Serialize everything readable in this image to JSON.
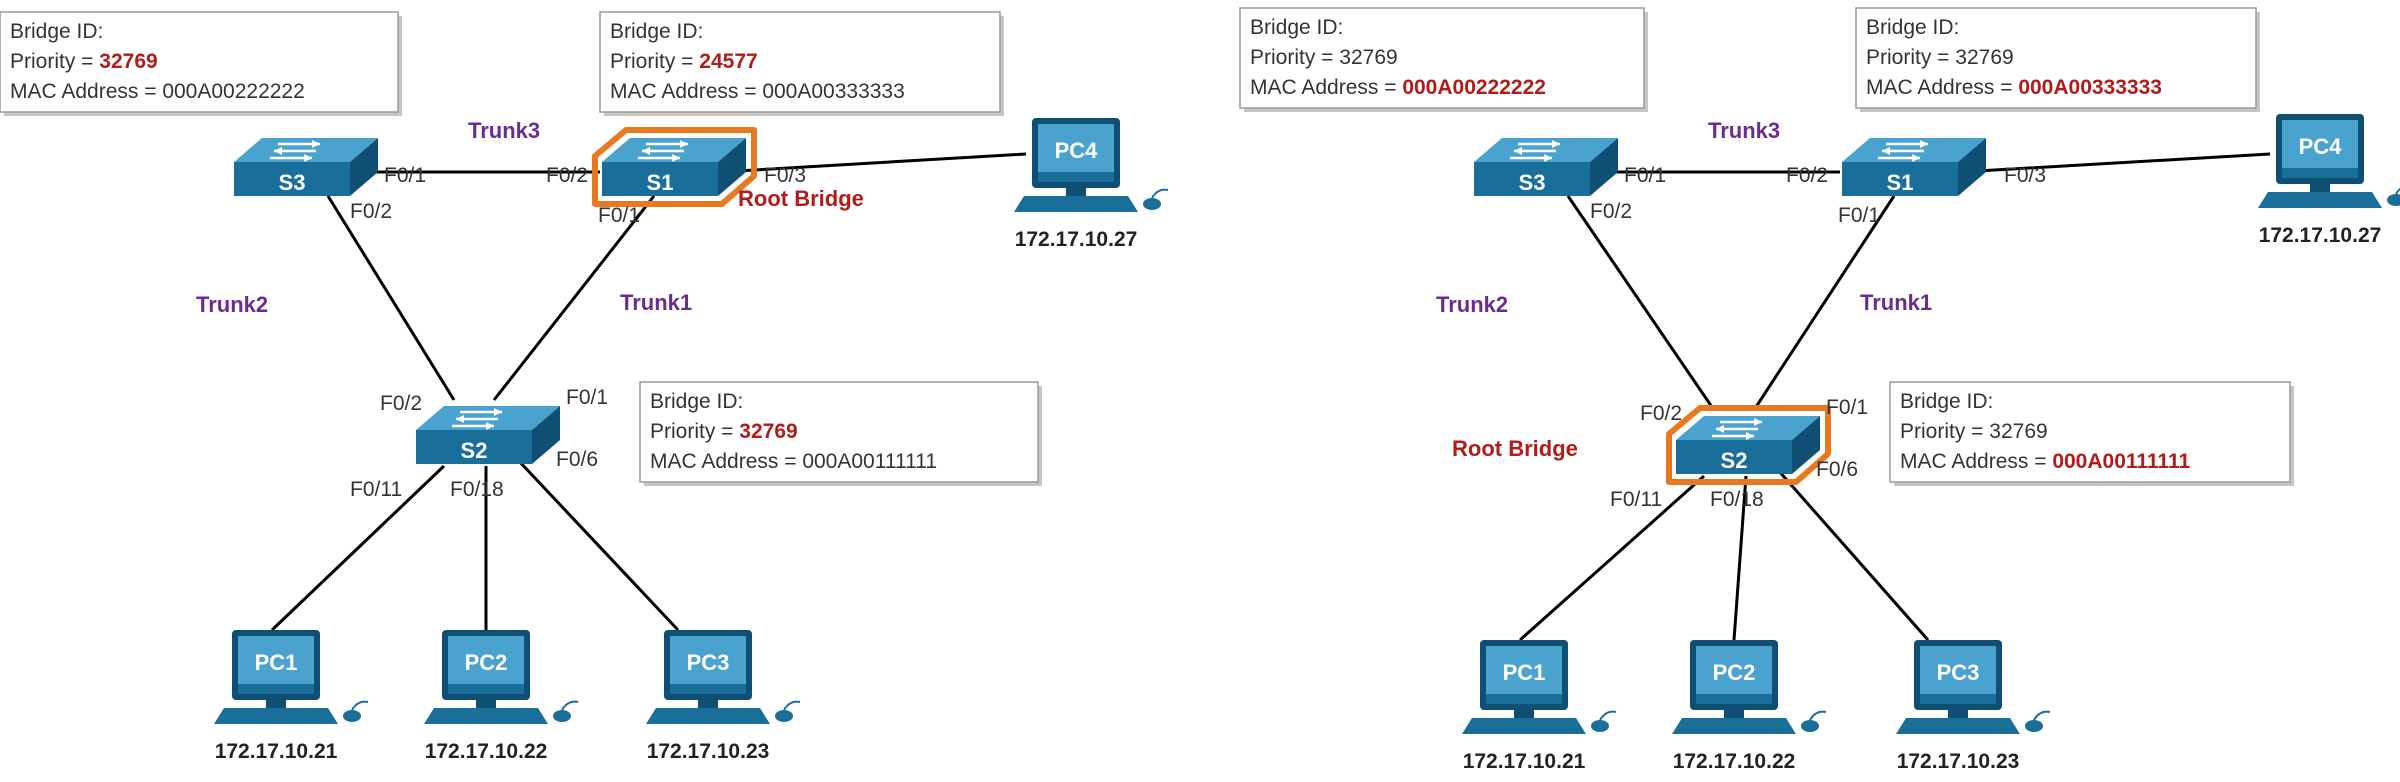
{
  "colors": {
    "link": "#000000",
    "trunk_label": "#6a2c91",
    "root_label": "#b31b1b",
    "highlight_value": "#b31b1b",
    "root_outline": "#e8791e",
    "switch_front": "#1a6e9a",
    "switch_top": "#4aa3cf",
    "pc_body": "#1a6e9a",
    "box_border": "#9a9a9a",
    "box_shadow": "#c6c6c6",
    "port_text": "#333333",
    "ip_text": "#222222"
  },
  "icon_names": {
    "switch": "switch-icon",
    "pc": "pc-icon"
  },
  "diagrams": [
    {
      "devices": {
        "s1": {
          "label": "S1",
          "root": true
        },
        "s2": {
          "label": "S2",
          "root": false
        },
        "s3": {
          "label": "S3",
          "root": false
        },
        "pc1": {
          "label": "PC1",
          "ip": "172.17.10.21"
        },
        "pc2": {
          "label": "PC2",
          "ip": "172.17.10.22"
        },
        "pc3": {
          "label": "PC3",
          "ip": "172.17.10.23"
        },
        "pc4": {
          "label": "PC4",
          "ip": "172.17.10.27"
        }
      },
      "root_label": "Root Bridge",
      "trunks": {
        "trunk1": "Trunk1",
        "trunk2": "Trunk2",
        "trunk3": "Trunk3"
      },
      "ports": {
        "s3_f01": "F0/1",
        "s3_f02": "F0/2",
        "s1_f02": "F0/2",
        "s1_f03": "F0/3",
        "s1_f01": "F0/1",
        "s2_f02": "F0/2",
        "s2_f01": "F0/1",
        "s2_f011": "F0/11",
        "s2_f018": "F0/18",
        "s2_f06": "F0/6"
      },
      "boxes": {
        "s3": {
          "title": "Bridge ID:",
          "priority_label": "Priority = ",
          "priority": "32769",
          "mac_label": "MAC Address = ",
          "mac": "000A00222222",
          "priority_highlight": true,
          "mac_highlight": false
        },
        "s1": {
          "title": "Bridge ID:",
          "priority_label": "Priority = ",
          "priority": "24577",
          "mac_label": "MAC Address = ",
          "mac": "000A00333333",
          "priority_highlight": true,
          "mac_highlight": false
        },
        "s2": {
          "title": "Bridge ID:",
          "priority_label": "Priority = ",
          "priority": "32769",
          "mac_label": "MAC Address = ",
          "mac": "000A00111111",
          "priority_highlight": true,
          "mac_highlight": false
        }
      }
    },
    {
      "devices": {
        "s1": {
          "label": "S1",
          "root": false
        },
        "s2": {
          "label": "S2",
          "root": true
        },
        "s3": {
          "label": "S3",
          "root": false
        },
        "pc1": {
          "label": "PC1",
          "ip": "172.17.10.21"
        },
        "pc2": {
          "label": "PC2",
          "ip": "172.17.10.22"
        },
        "pc3": {
          "label": "PC3",
          "ip": "172.17.10.23"
        },
        "pc4": {
          "label": "PC4",
          "ip": "172.17.10.27"
        }
      },
      "root_label": "Root Bridge",
      "trunks": {
        "trunk1": "Trunk1",
        "trunk2": "Trunk2",
        "trunk3": "Trunk3"
      },
      "ports": {
        "s3_f01": "F0/1",
        "s3_f02": "F0/2",
        "s1_f02": "F0/2",
        "s1_f03": "F0/3",
        "s1_f01": "F0/1",
        "s2_f02": "F0/2",
        "s2_f01": "F0/1",
        "s2_f011": "F0/11",
        "s2_f018": "F0/18",
        "s2_f06": "F0/6"
      },
      "boxes": {
        "s3": {
          "title": "Bridge ID:",
          "priority_label": "Priority = ",
          "priority": "32769",
          "mac_label": "MAC Address = ",
          "mac": "000A00222222",
          "priority_highlight": false,
          "mac_highlight": true
        },
        "s1": {
          "title": "Bridge ID:",
          "priority_label": "Priority = ",
          "priority": "32769",
          "mac_label": "MAC Address = ",
          "mac": "000A00333333",
          "priority_highlight": false,
          "mac_highlight": true
        },
        "s2": {
          "title": "Bridge ID:",
          "priority_label": "Priority = ",
          "priority": "32769",
          "mac_label": "MAC Address = ",
          "mac": "000A00111111",
          "priority_highlight": false,
          "mac_highlight": true
        }
      }
    }
  ]
}
